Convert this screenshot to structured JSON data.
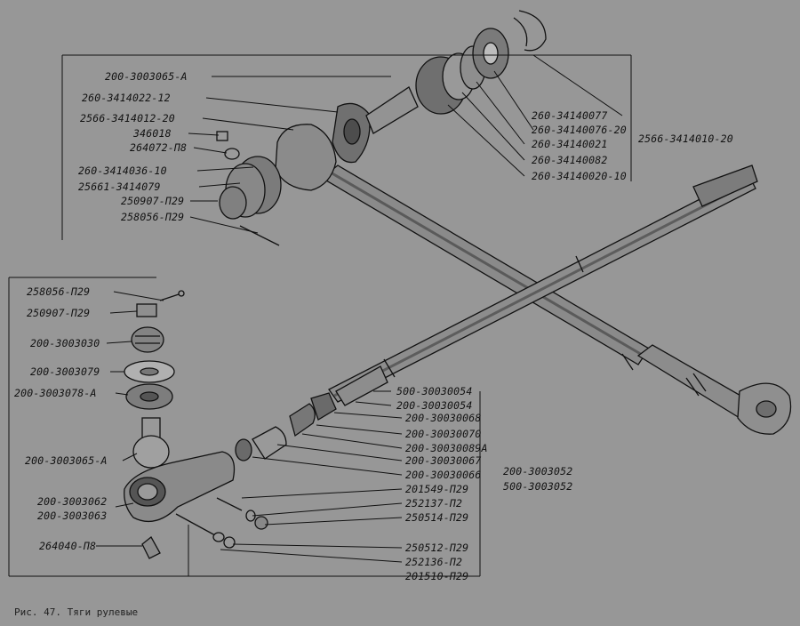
{
  "caption": "Рис. 47. Тяги рулевые",
  "top_assembly": {
    "group_label": "2566-3414010-20",
    "labels": [
      "200-3003065-А",
      "260-3414022-12",
      "2566-3414012-20",
      "346018",
      "264072-П8",
      "260-3414036-10",
      "25661-3414079",
      "250907-П29",
      "258056-П29"
    ],
    "right_labels": [
      "260-34140077",
      "260-34140076-20",
      "260-34140021",
      "260-34140082",
      "260-34140020-10"
    ]
  },
  "bottom_assembly": {
    "group_labels": [
      "200-3003052",
      "500-3003052"
    ],
    "left_labels": [
      "258056-П29",
      "250907-П29",
      "200-3003030",
      "200-3003079",
      "200-3003078-А",
      "200-3003065-А",
      "200-3003062",
      "200-3003063",
      "264040-П8"
    ],
    "right_labels": [
      "500-30030054",
      "200-30030054",
      "200-30030068",
      "200-30030070",
      "200-30030089А",
      "200-30030067",
      "200-30030066",
      "201549-П29",
      "252137-П2",
      "250514-П29",
      "250512-П29",
      "252136-П2",
      "201510-П29"
    ]
  }
}
